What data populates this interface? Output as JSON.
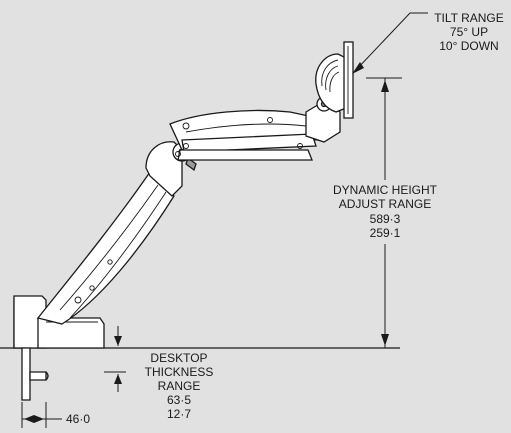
{
  "labels": {
    "tilt_range": {
      "title": "TILT RANGE",
      "up": "75° UP",
      "down": "10° DOWN"
    },
    "height_range": {
      "line1": "DYNAMIC HEIGHT",
      "line2": "ADJUST RANGE",
      "max": "589·3",
      "min": "259·1"
    },
    "desktop_thickness": {
      "line1": "DESKTOP",
      "line2": "THICKNESS",
      "line3": "RANGE",
      "max": "63·5",
      "min": "12·7"
    },
    "clamp_offset": "46·0"
  },
  "colors": {
    "background": "#e1e1e1",
    "arm_fill": "#ffffff",
    "line": "#1a1a1a",
    "shade": "#9a9a9a"
  }
}
